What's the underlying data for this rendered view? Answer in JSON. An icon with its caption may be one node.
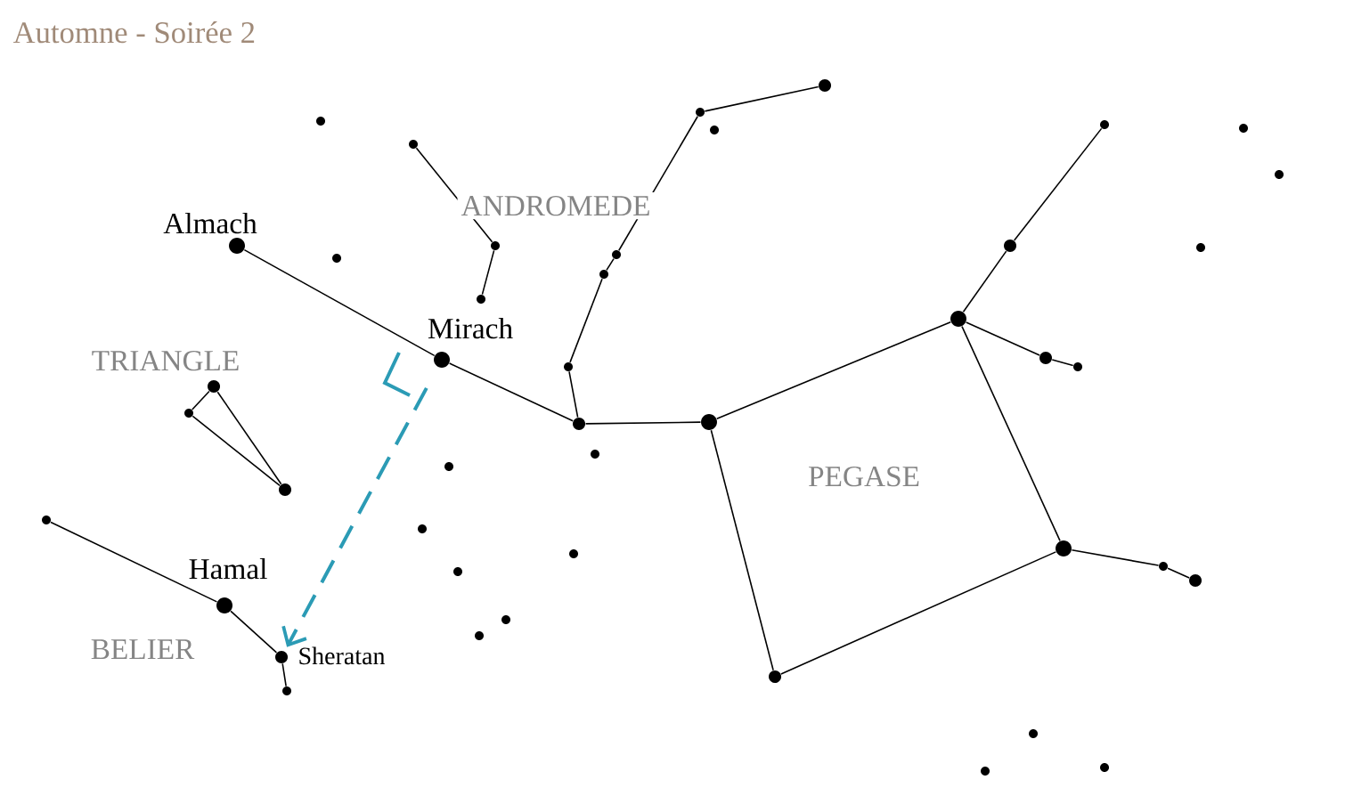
{
  "diagram": {
    "title": "Automne - Soirée 2",
    "nodes": [
      {
        "text": [],
        "shape": "circle"
      },
      {
        "text": [],
        "shape": "circle"
      },
      {
        "text": [],
        "shape": "circle"
      },
      {
        "text": [],
        "shape": "circle"
      },
      {
        "text": [],
        "shape": "circle"
      },
      {
        "text": [],
        "shape": "circle"
      },
      {
        "text": [],
        "shape": "circle"
      },
      {
        "text": [],
        "shape": "circle"
      },
      {
        "text": [],
        "shape": "circle",
        "beside": [
          "Almach"
        ]
      },
      {
        "text": [],
        "shape": "circle"
      },
      {
        "text": [],
        "shape": "circle"
      },
      {
        "text": [],
        "shape": "circle"
      },
      {
        "text": [],
        "shape": "circle"
      },
      {
        "text": [],
        "shape": "circle"
      },
      {
        "text": [],
        "shape": "circle"
      },
      {
        "text": [],
        "shape": "circle"
      },
      {
        "text": [],
        "shape": "circle"
      },
      {
        "text": [],
        "shape": "circle",
        "beside": [
          "Mirach"
        ]
      },
      {
        "text": [],
        "shape": "circle"
      },
      {
        "text": [],
        "shape": "circle"
      },
      {
        "text": [],
        "shape": "circle"
      },
      {
        "text": [],
        "shape": "circle"
      },
      {
        "text": [],
        "shape": "circle"
      },
      {
        "text": [],
        "shape": "circle"
      },
      {
        "text": [],
        "shape": "circle"
      },
      {
        "text": [],
        "shape": "circle"
      },
      {
        "text": [],
        "shape": "circle"
      },
      {
        "text": [],
        "shape": "circle"
      },
      {
        "text": [],
        "shape": "circle"
      },
      {
        "text": [],
        "shape": "circle"
      },
      {
        "text": [],
        "shape": "circle"
      },
      {
        "text": [],
        "shape": "circle"
      },
      {
        "text": [],
        "shape": "circle"
      },
      {
        "text": [],
        "shape": "circle"
      },
      {
        "text": [],
        "shape": "circle"
      },
      {
        "text": [],
        "shape": "circle",
        "beside": [
          "Hamal"
        ]
      },
      {
        "text": [],
        "shape": "circle"
      },
      {
        "text": [],
        "shape": "circle"
      },
      {
        "text": [],
        "shape": "circle",
        "beside": [
          "Sheratan"
        ]
      },
      {
        "text": [],
        "shape": "circle"
      },
      {
        "text": [],
        "shape": "circle"
      },
      {
        "text": [],
        "shape": "circle"
      },
      {
        "text": [],
        "shape": "circle"
      },
      {
        "text": [],
        "shape": "circle"
      }
    ],
    "edges": [
      {
        "from": 0,
        "to": 3,
        "arrow": "none"
      },
      {
        "from": 3,
        "to": 12,
        "arrow": "none"
      },
      {
        "from": 12,
        "to": 14,
        "arrow": "none"
      },
      {
        "from": 14,
        "to": 19,
        "arrow": "none"
      },
      {
        "from": 19,
        "to": 23,
        "arrow": "none"
      },
      {
        "from": 6,
        "to": 9,
        "arrow": "none"
      },
      {
        "from": 9,
        "to": 15,
        "arrow": "none"
      },
      {
        "from": 8,
        "to": 17,
        "arrow": "none"
      },
      {
        "from": 17,
        "to": 23,
        "arrow": "none"
      },
      {
        "from": 23,
        "to": 24,
        "arrow": "none"
      },
      {
        "from": 24,
        "to": 16,
        "arrow": "none"
      },
      {
        "from": 16,
        "to": 30,
        "arrow": "none"
      },
      {
        "from": 30,
        "to": 39,
        "arrow": "none"
      },
      {
        "from": 39,
        "to": 24,
        "arrow": "none"
      },
      {
        "from": 16,
        "to": 10,
        "arrow": "none"
      },
      {
        "from": 10,
        "to": 1,
        "arrow": "none"
      },
      {
        "from": 16,
        "to": 18,
        "arrow": "none"
      },
      {
        "from": 18,
        "to": 20,
        "arrow": "none"
      },
      {
        "from": 30,
        "to": 32,
        "arrow": "none"
      },
      {
        "from": 32,
        "to": 34,
        "arrow": "none"
      },
      {
        "from": 21,
        "to": 22,
        "arrow": "none"
      },
      {
        "from": 22,
        "to": 27,
        "arrow": "none"
      },
      {
        "from": 21,
        "to": 27,
        "arrow": "none"
      },
      {
        "from": 28,
        "to": 35,
        "arrow": "none"
      },
      {
        "from": 35,
        "to": 38,
        "arrow": "none"
      },
      {
        "from": 38,
        "to": 40,
        "arrow": "none"
      },
      {
        "from": 17,
        "to": 38,
        "arrow": "to",
        "style": "dashed",
        "color": "#2b9bb5"
      }
    ],
    "labels": [
      "ANDROMEDE",
      "TRIANGLE",
      "PEGASE",
      "BELIER"
    ]
  }
}
